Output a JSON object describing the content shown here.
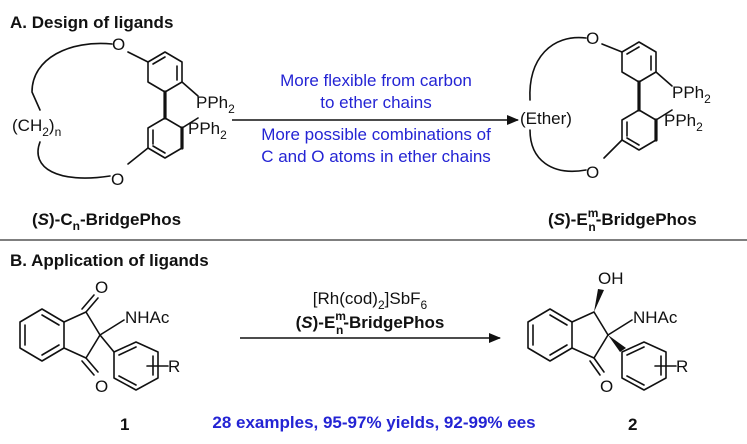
{
  "sectionA": {
    "title": "A. Design of ligands",
    "left_ligand": {
      "chain": "(CH",
      "chain_sub": "2",
      "chain_close": ")",
      "chain_index": "n",
      "atom_o": "O",
      "pph2": "PPh",
      "pph2_sub": "2",
      "name_open": "(",
      "name_s": "S",
      "name_mid": ")-C",
      "name_sub": "n",
      "name_tail": "-BridgePhos"
    },
    "arrow_text": {
      "line1": "More flexible from carbon",
      "line2": "to ether chains",
      "line3": "More possible combinations of",
      "line4": "C and O atoms in ether chains"
    },
    "right_ligand": {
      "chain": "(Ether)",
      "atom_o": "O",
      "pph2": "PPh",
      "pph2_sub": "2",
      "name_open": "(",
      "name_s": "S",
      "name_mid": ")-E",
      "name_sup": "m",
      "name_sub": "n",
      "name_tail": "-BridgePhos"
    }
  },
  "sectionB": {
    "title": "B. Application of ligands",
    "reactant": {
      "label": "1",
      "o_atom": "O",
      "nhac": "NHAc",
      "r": "R"
    },
    "conditions": {
      "catalyst_1": "[Rh(cod)",
      "catalyst_sub": "2",
      "catalyst_2": "]SbF",
      "catalyst_sub2": "6",
      "ligand_open": "(",
      "ligand_s": "S",
      "ligand_mid": ")-E",
      "ligand_sup": "m",
      "ligand_sub": "n",
      "ligand_tail": "-BridgePhos"
    },
    "product": {
      "label": "2",
      "oh": "OH",
      "o_atom": "O",
      "nhac": "NHAc",
      "r": "R"
    },
    "summary": "28 examples, 95-97% yields, 92-99% ees"
  },
  "colors": {
    "accent_blue": "#2424d4",
    "text": "#111111"
  }
}
